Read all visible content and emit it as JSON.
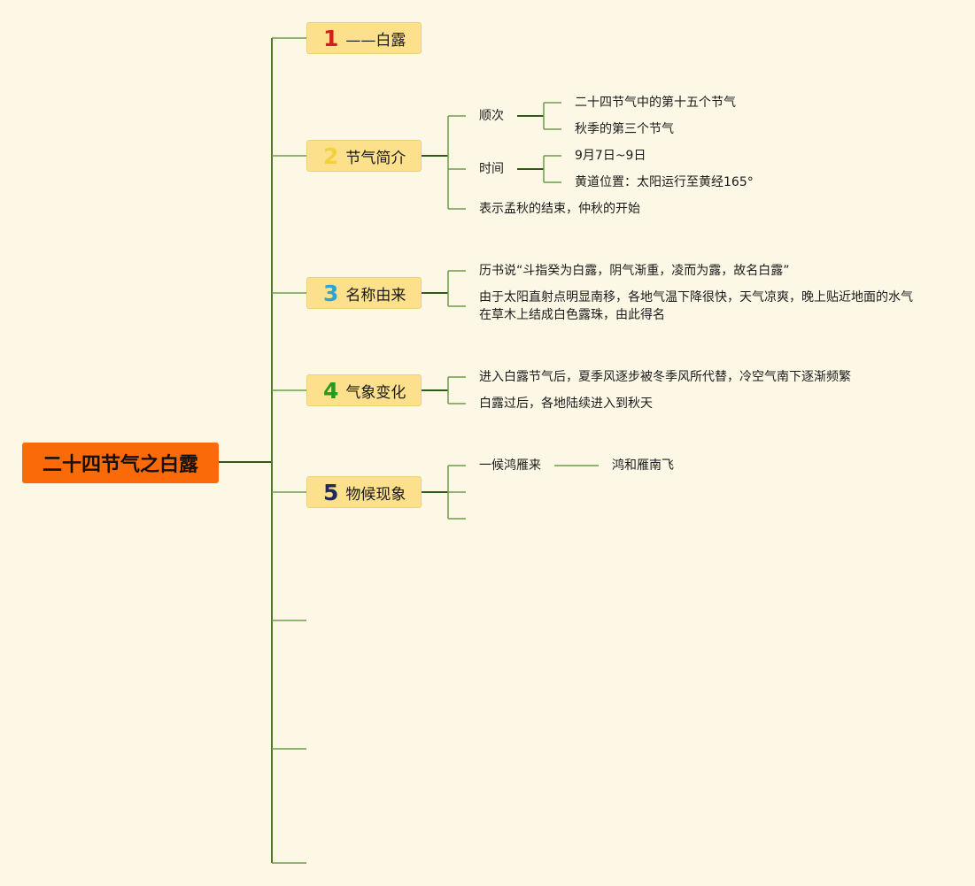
{
  "root": {
    "title": "二十四节气之白露"
  },
  "branches": [
    {
      "num": "1",
      "label": "——白露"
    },
    {
      "num": "2",
      "label": "节气简介"
    },
    {
      "num": "3",
      "label": "名称由来"
    },
    {
      "num": "4",
      "label": "气象变化"
    },
    {
      "num": "5",
      "label": "物候现象"
    }
  ],
  "intro": {
    "order_label": "顺次",
    "order_items": [
      "二十四节气中的第十五个节气",
      "秋季的第三个节气"
    ],
    "time_label": "时间",
    "time_items": [
      "9月7日~9日",
      "黄道位置：太阳运行至黄经165°"
    ],
    "meaning": "表示孟秋的结束，仲秋的开始"
  },
  "origin": {
    "items": [
      "历书说“斗指癸为白露，阴气渐重，凌而为露，故名白露”",
      "由于太阳直射点明显南移，各地气温下降很快，天气凉爽，晚上贴近地面的水气",
      "在草木上结成白色露珠，由此得名"
    ]
  },
  "weather": {
    "items": [
      "进入白露节气后，夏季风逐步被冬季风所代替，冷空气南下逐渐频繁",
      "白露过后，各地陆续进入到秋天"
    ]
  },
  "phenology": {
    "first_label": "一候鸿雁来",
    "first_detail": "鸿和雁南飞"
  },
  "colors": {
    "root_bg": "#fb6a08",
    "branch_bg": "#fce08b",
    "main_line": "#2d5a18",
    "sub_line": "#6e9a4a",
    "background": "#fdf8e6"
  }
}
